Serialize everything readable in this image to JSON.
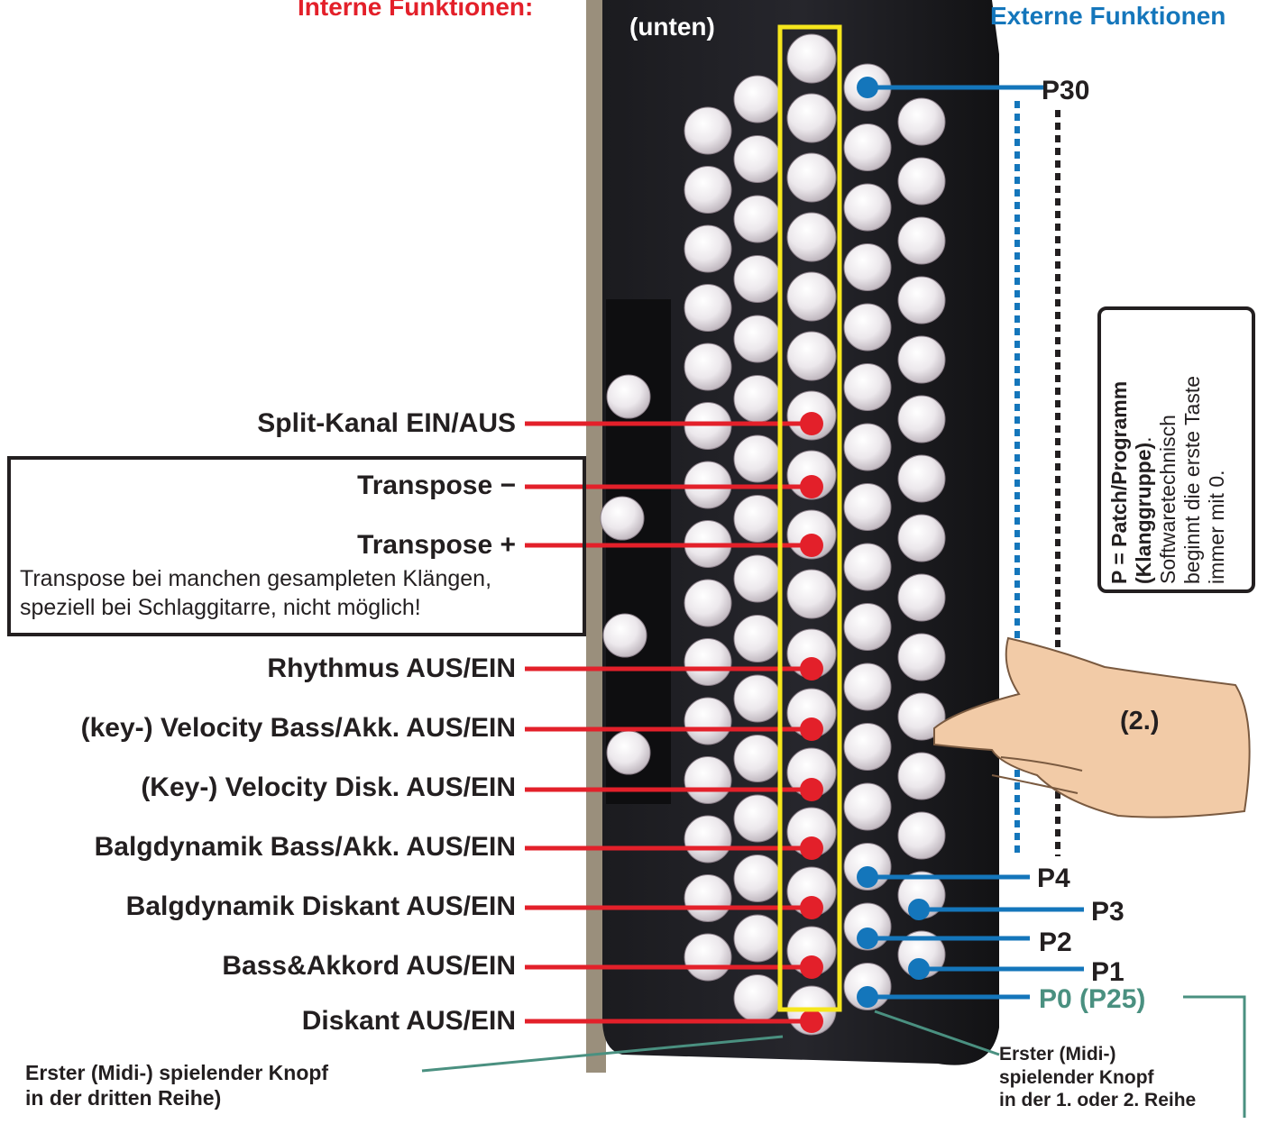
{
  "headers": {
    "internal": "Interne Funktionen:",
    "external": "Externe Funktionen",
    "bottom": "(unten)"
  },
  "colors": {
    "internal": "#e3202a",
    "external": "#1476bb",
    "green": "#4a9080",
    "highlight": "#f5e61c",
    "text": "#231f20"
  },
  "internal_functions": [
    "Split-Kanal EIN/AUS",
    "Transpose −",
    "Transpose +",
    "Rhythmus AUS/EIN",
    "(key-) Velocity Bass/Akk. AUS/EIN",
    "(Key-) Velocity Disk. AUS/EIN",
    "Balgdynamik Bass/Akk. AUS/EIN",
    "Balgdynamik Diskant AUS/EIN",
    "Bass&Akkord AUS/EIN",
    "Diskant AUS/EIN"
  ],
  "transpose_note_line1": "Transpose bei manchen gesampleten Klängen,",
  "transpose_note_line2": "speziell bei Schlaggitarre, nicht möglich!",
  "external_patches": [
    "P30",
    "P4",
    "P3",
    "P2",
    "P1",
    "P0 (P25)"
  ],
  "patch_box": {
    "title": "P = Patch/Programm",
    "subtitle": "(Klanggruppe)",
    "subtitle_end": ".",
    "line1": "Softwaretechnisch",
    "line2": "beginnt die erste Taste",
    "line3": "immer mit 0."
  },
  "finger_label": "(2.)",
  "first_button_row3_line1": "Erster (Midi-) spielender Knopf",
  "first_button_row3_line2": "in der dritten Reihe)",
  "first_button_row12_line1": "Erster (Midi-)",
  "first_button_row12_line2": "spielender Knopf",
  "first_button_row12_line3": "in der 1. oder 2. Reihe"
}
